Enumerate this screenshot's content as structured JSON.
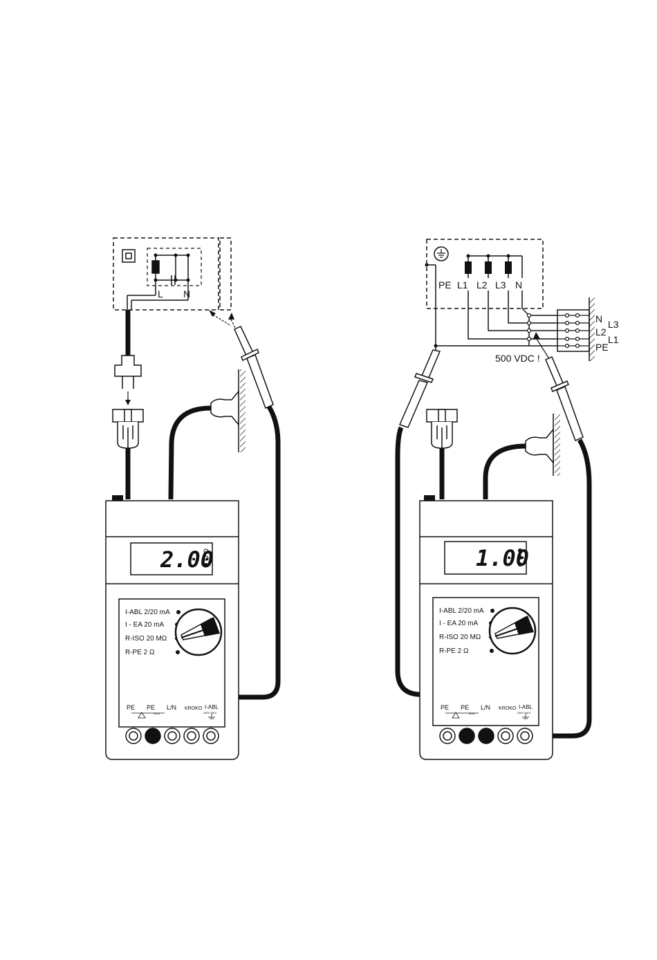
{
  "left_meter": {
    "display": "2.00",
    "ranges": [
      "I-ABL 2/20 mA",
      "I - EA  20 mA",
      "R-ISO  20 MΩ",
      "R-PE  2    Ω"
    ],
    "sockets": [
      "PE",
      "PE",
      "L/N",
      "KROKO",
      "I-ABL"
    ],
    "socket_subs": [
      "500V",
      "250V MAX"
    ],
    "device_labels": [
      "L",
      "N"
    ]
  },
  "right_meter": {
    "display": "1.00",
    "ranges": [
      "I-ABL 2/20 mA",
      "I - EA  20 mA",
      "R-ISO  20 MΩ",
      "R-PE  2    Ω"
    ],
    "sockets": [
      "PE",
      "PE",
      "L/N",
      "KROKO",
      "I-ABL"
    ],
    "socket_subs": [
      "500V",
      "250V MAX"
    ],
    "device_labels": [
      "PE",
      "L1",
      "L2",
      "L3",
      "N"
    ],
    "terminal_labels": [
      "N",
      "L3",
      "L2",
      "L1",
      "PE"
    ],
    "test_voltage": "500 VDC !"
  },
  "icons": [
    "class-ii-symbol-icon",
    "earth-symbol-icon",
    "warning-triangle-icon",
    "ground-icon"
  ]
}
